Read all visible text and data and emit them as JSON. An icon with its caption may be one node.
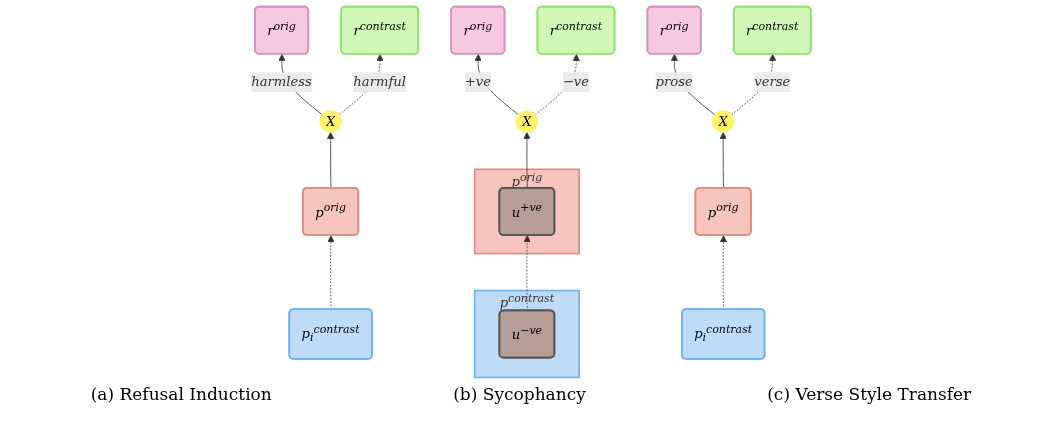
{
  "diagram": {
    "nodes": [
      {
        "text": [
          "r$^{orig}$"
        ]
      },
      {
        "text": [
          "r$^{contrast}$"
        ]
      },
      {
        "text": [
          "X"
        ]
      },
      {
        "text": [
          "p$^{orig}$"
        ]
      },
      {
        "text": [
          "p$_{i}$$^{contrast}$"
        ]
      },
      {
        "text": [
          "r$^{orig}$"
        ]
      },
      {
        "text": [
          "r$^{contrast}$"
        ]
      },
      {
        "text": [
          "X"
        ]
      },
      {
        "text": [
          "p$^{orig}$"
        ]
      },
      {
        "text": [
          "u$^{+ve}$"
        ],
        "in": 8
      },
      {
        "text": [
          "p$^{contrast}$"
        ]
      },
      {
        "text": [
          "u$^{−ve}$"
        ],
        "in": 10
      },
      {
        "text": [
          "r$^{orig}$"
        ]
      },
      {
        "text": [
          "r$^{contrast}$"
        ]
      },
      {
        "text": [
          "X"
        ]
      },
      {
        "text": [
          "p$^{orig}$"
        ]
      },
      {
        "text": [
          "p$_{i}$$^{contrast}$"
        ]
      }
    ],
    "edges": [
      {
        "from": 3,
        "to": 2,
        "arrow": "to"
      },
      {
        "from": 2,
        "to": 0,
        "arrow": "to",
        "label": "harmless"
      },
      {
        "from": 2,
        "to": 1,
        "arrow": "to",
        "label": "harmful",
        "style": "dashed"
      },
      {
        "from": 4,
        "to": 3,
        "arrow": "to",
        "style": "dashed"
      },
      {
        "from": 9,
        "to": 7,
        "arrow": "to"
      },
      {
        "from": 7,
        "to": 5,
        "arrow": "to",
        "label": "+ve"
      },
      {
        "from": 7,
        "to": 6,
        "arrow": "to",
        "label": "−ve",
        "style": "dashed"
      },
      {
        "from": 11,
        "to": 9,
        "arrow": "to",
        "style": "dashed"
      },
      {
        "from": 15,
        "to": 14,
        "arrow": "to"
      },
      {
        "from": 14,
        "to": 12,
        "arrow": "to",
        "label": "prose"
      },
      {
        "from": 14,
        "to": 13,
        "arrow": "to",
        "label": "verse",
        "style": "dashed"
      },
      {
        "from": 16,
        "to": 15,
        "arrow": "to",
        "style": "dashed"
      }
    ],
    "labels": [
      "(a) Refusal Induction",
      "(b) Sycophancy",
      "(c) Verse Style Transfer"
    ]
  }
}
